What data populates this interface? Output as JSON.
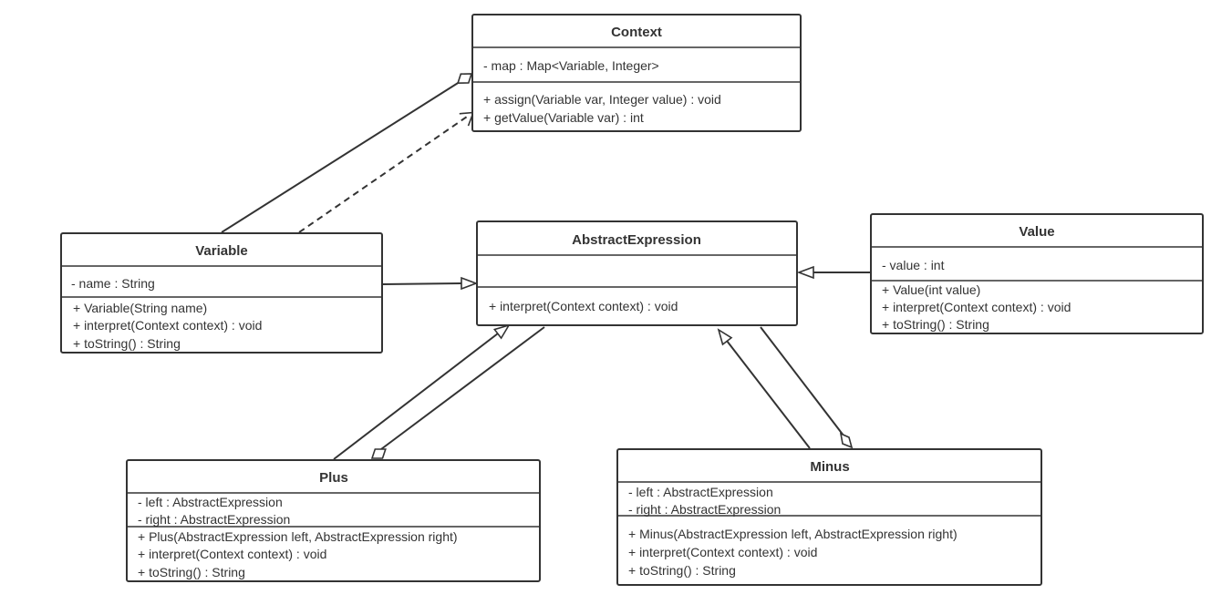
{
  "diagram": {
    "classes": {
      "context": {
        "name": "Context",
        "attributes": [
          "- map : Map<Variable, Integer>"
        ],
        "methods": [
          "+ assign(Variable var, Integer value) : void",
          "+ getValue(Variable var) : int"
        ]
      },
      "abstract_expression": {
        "name": "AbstractExpression",
        "attributes": [],
        "methods": [
          "+ interpret(Context context) : void"
        ]
      },
      "variable": {
        "name": "Variable",
        "attributes": [
          "- name : String"
        ],
        "methods": [
          "+ Variable(String name)",
          "+ interpret(Context context) : void",
          "+ toString() : String"
        ]
      },
      "value": {
        "name": "Value",
        "attributes": [
          "- value : int"
        ],
        "methods": [
          "+ Value(int value)",
          "+ interpret(Context context) : void",
          "+ toString() : String"
        ]
      },
      "plus": {
        "name": "Plus",
        "attributes": [
          "- left : AbstractExpression",
          "- right : AbstractExpression"
        ],
        "methods": [
          "+ Plus(AbstractExpression left, AbstractExpression right)",
          "+ interpret(Context context) : void",
          "+ toString() : String"
        ]
      },
      "minus": {
        "name": "Minus",
        "attributes": [
          "- left : AbstractExpression",
          "- right : AbstractExpression"
        ],
        "methods": [
          "+ Minus(AbstractExpression left, AbstractExpression right)",
          "+ interpret(Context context) : void",
          "+ toString() : String"
        ]
      }
    },
    "relations": [
      {
        "from": "Variable",
        "to": "Context",
        "kind": "aggregation"
      },
      {
        "from": "Variable",
        "to": "Context",
        "kind": "dependency"
      },
      {
        "from": "Variable",
        "to": "AbstractExpression",
        "kind": "generalization"
      },
      {
        "from": "Value",
        "to": "AbstractExpression",
        "kind": "generalization"
      },
      {
        "from": "Plus",
        "to": "AbstractExpression",
        "kind": "generalization"
      },
      {
        "from": "Plus",
        "to": "AbstractExpression",
        "kind": "aggregation"
      },
      {
        "from": "Minus",
        "to": "AbstractExpression",
        "kind": "generalization"
      },
      {
        "from": "Minus",
        "to": "AbstractExpression",
        "kind": "aggregation"
      }
    ]
  }
}
